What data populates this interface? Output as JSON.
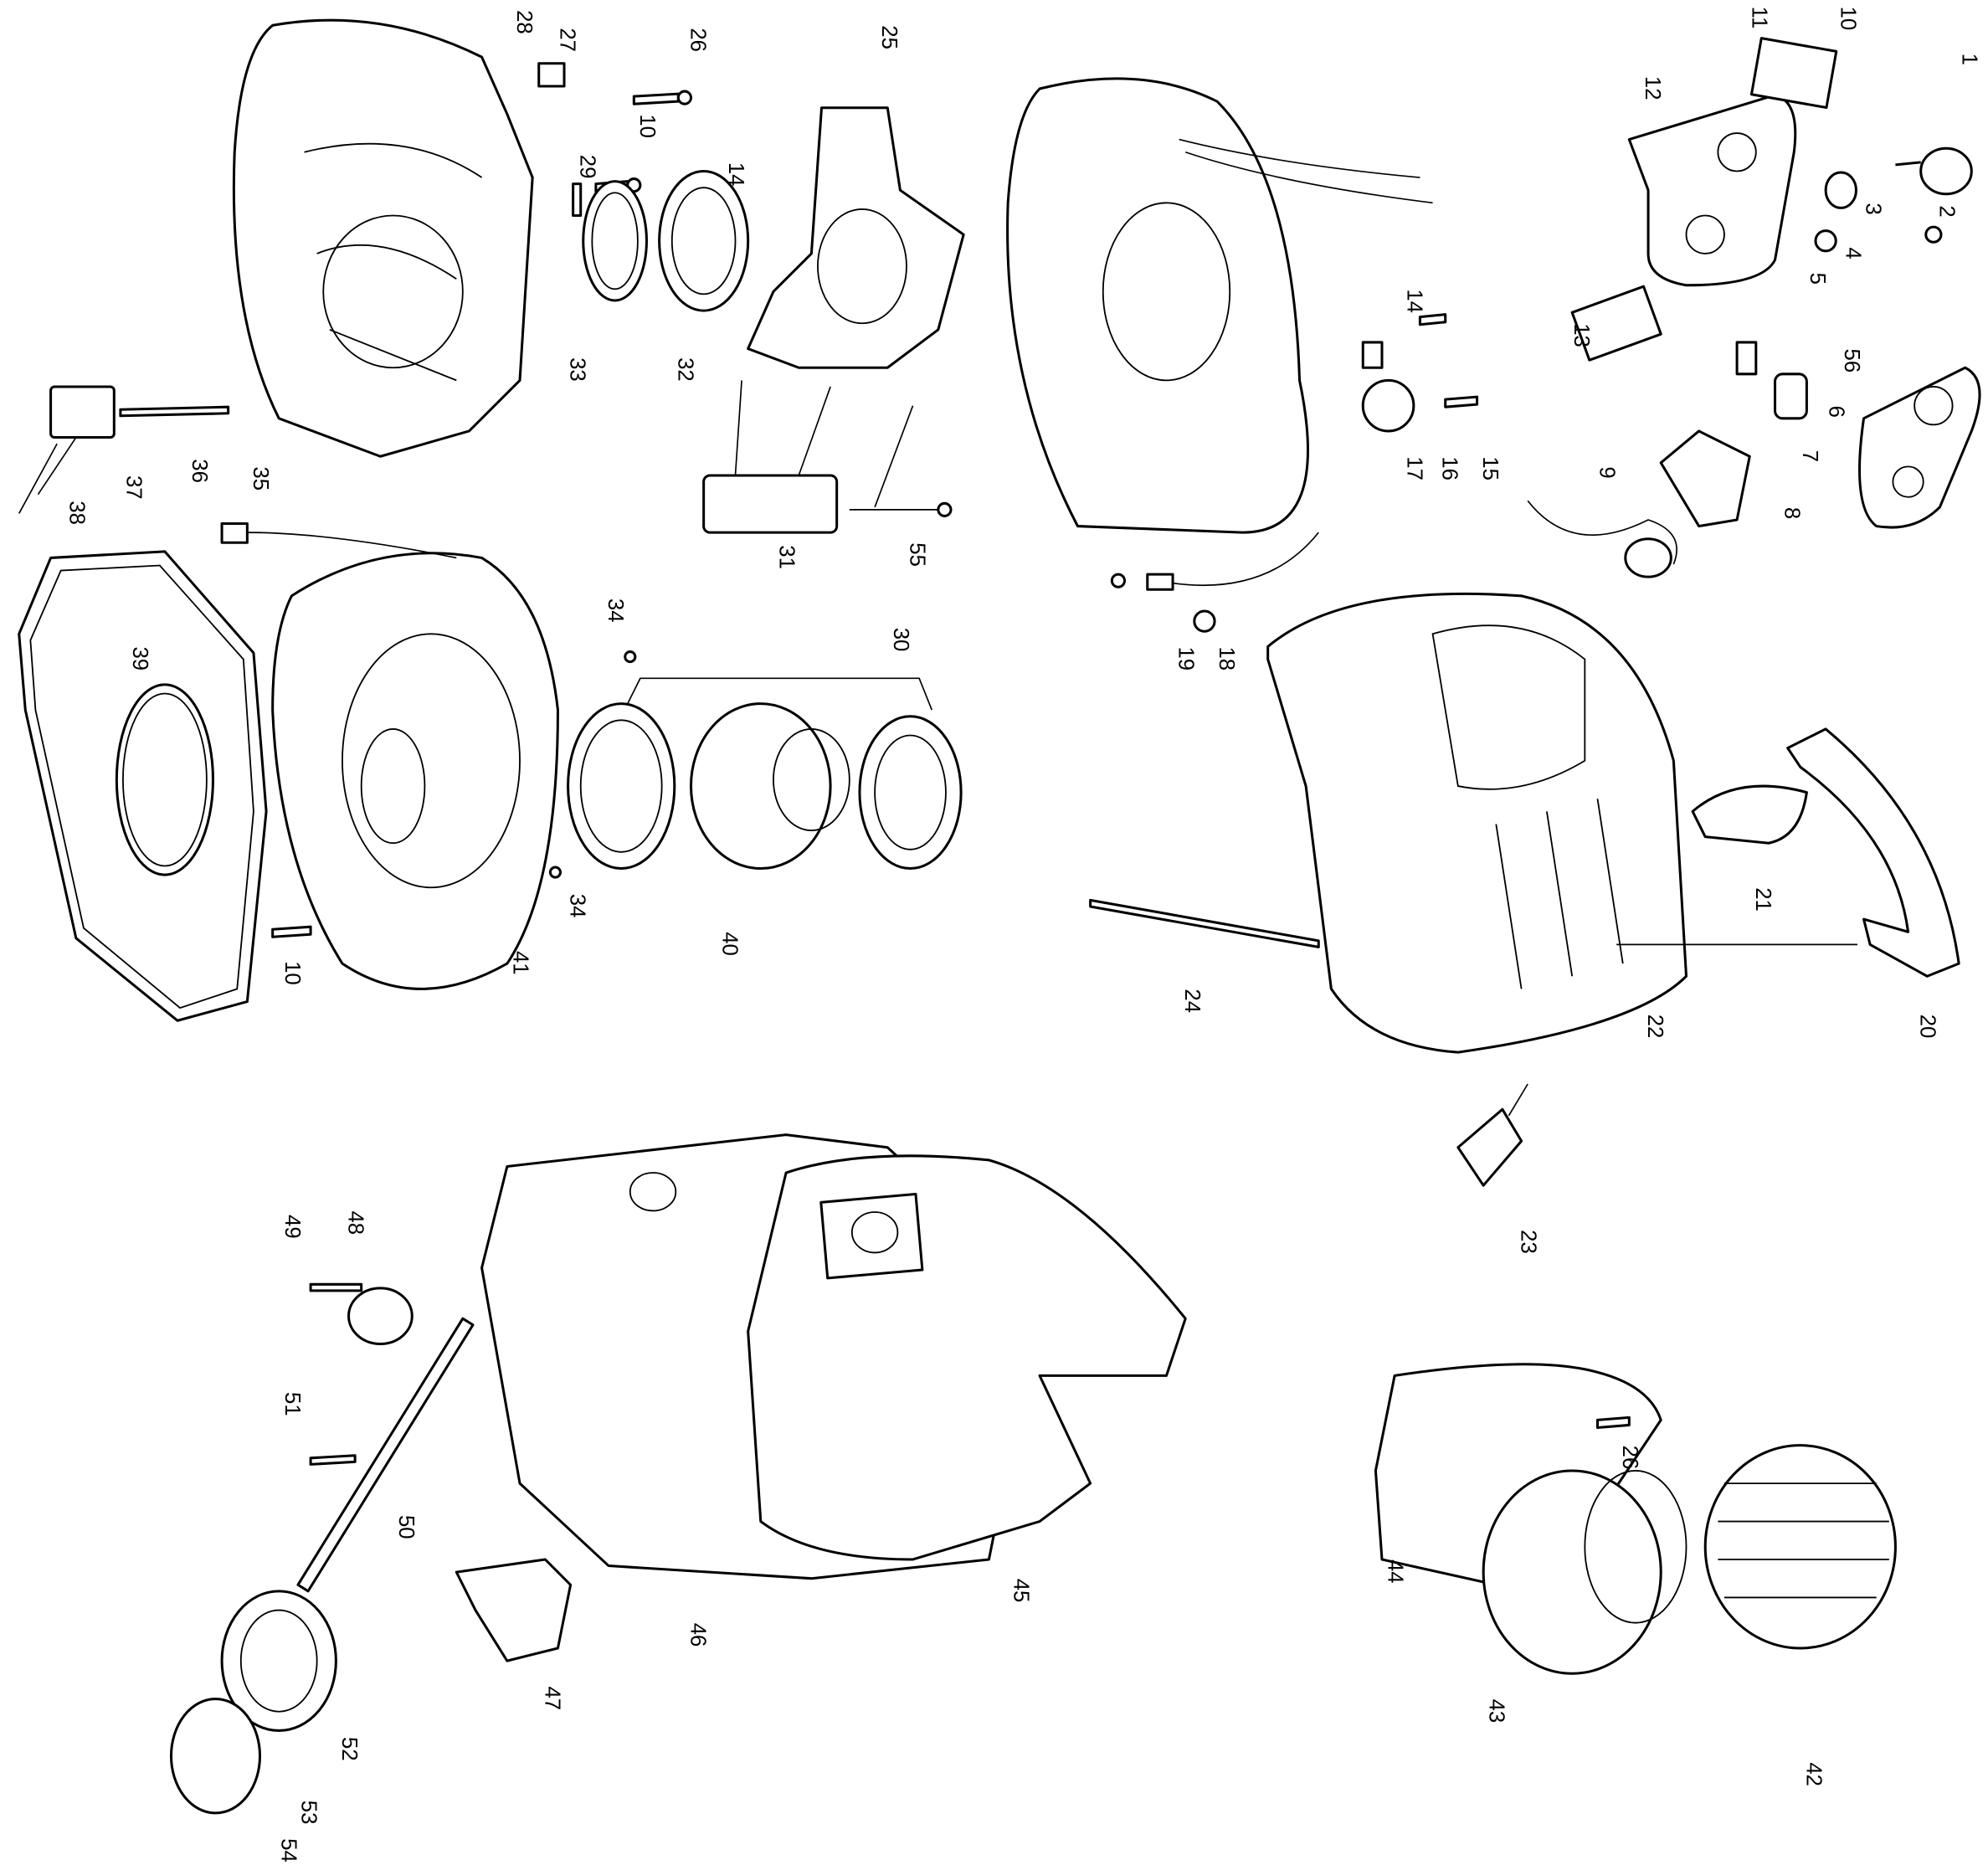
{
  "title": "Exploded parts diagram",
  "labels": [
    "1",
    "2",
    "3",
    "4",
    "5",
    "6",
    "7",
    "8",
    "9",
    "10",
    "11",
    "12",
    "13",
    "14",
    "15",
    "16",
    "17",
    "18",
    "19",
    "20",
    "21",
    "22",
    "23",
    "24",
    "25",
    "26",
    "27",
    "28",
    "29",
    "30",
    "31",
    "32",
    "33",
    "34",
    "35",
    "36",
    "37",
    "38",
    "39",
    "40",
    "41",
    "42",
    "43",
    "44",
    "45",
    "46",
    "47",
    "48",
    "49",
    "50",
    "51",
    "52",
    "53",
    "54",
    "55",
    "56"
  ]
}
